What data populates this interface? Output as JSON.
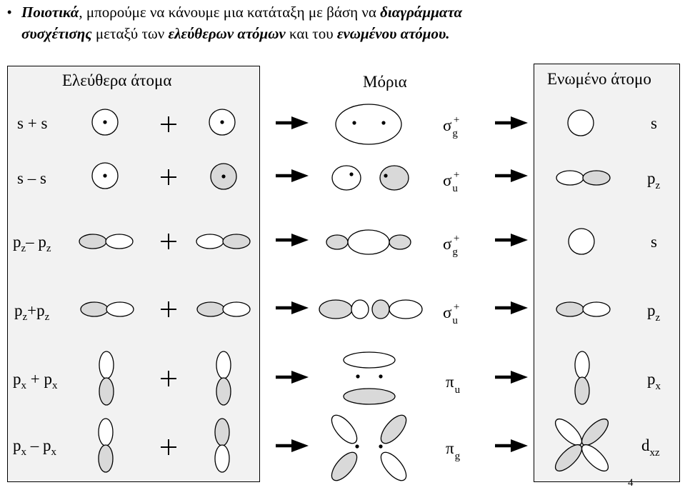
{
  "intro": {
    "bullet": "•",
    "line1": [
      {
        "text": "Ποιοτικά",
        "style": "bi"
      },
      {
        "text": ", μπορούμε να κάνουμε μια κατάταξη με βάση να ",
        "style": ""
      },
      {
        "text": "διαγράμματα",
        "style": "bi"
      }
    ],
    "line2": [
      {
        "text": "συσχέτισης",
        "style": "bi"
      },
      {
        "text": " μεταξύ των ",
        "style": ""
      },
      {
        "text": "ελεύθερων ατόμων",
        "style": "bi"
      },
      {
        "text": " και του ",
        "style": ""
      },
      {
        "text": "ενωμένου ατόμου.",
        "style": "bi"
      }
    ]
  },
  "headers": {
    "free_atoms": "Ελεύθερα άτομα",
    "molecules": "Μόρια",
    "bonded_atom": "Ενωμένο άτομο"
  },
  "plus_sign": "+",
  "rows": [
    {
      "combo": {
        "a": "s",
        "a_sub": "",
        "op": "+",
        "b": "s",
        "b_sub": ""
      },
      "mo": {
        "letter": "σ",
        "sub": "g",
        "sup": "+"
      },
      "result": {
        "main": "s",
        "sub": ""
      }
    },
    {
      "combo": {
        "a": "s",
        "a_sub": "",
        "op": "–",
        "b": "s",
        "b_sub": ""
      },
      "mo": {
        "letter": "σ",
        "sub": "u",
        "sup": "+"
      },
      "result": {
        "main": "p",
        "sub": "z"
      }
    },
    {
      "combo": {
        "a": "p",
        "a_sub": "z",
        "op": "–",
        "b": "p",
        "b_sub": "z"
      },
      "mo": {
        "letter": "σ",
        "sub": "g",
        "sup": "+"
      },
      "result": {
        "main": "s",
        "sub": ""
      }
    },
    {
      "combo": {
        "a": "p",
        "a_sub": "z",
        "op": "+",
        "b": "p",
        "b_sub": "z"
      },
      "mo": {
        "letter": "σ",
        "sub": "u",
        "sup": "+"
      },
      "result": {
        "main": "p",
        "sub": "z"
      }
    },
    {
      "combo": {
        "a": "p",
        "a_sub": "x",
        "op": "+",
        "b": "p",
        "b_sub": "x"
      },
      "mo": {
        "letter": "π",
        "sub": "u",
        "sup": ""
      },
      "result": {
        "main": "p",
        "sub": "x"
      }
    },
    {
      "combo": {
        "a": "p",
        "a_sub": "x",
        "op": "–",
        "b": "p",
        "b_sub": "x"
      },
      "mo": {
        "letter": "π",
        "sub": "g",
        "sup": ""
      },
      "result": {
        "main": "d",
        "sub": "xz"
      }
    }
  ],
  "colors": {
    "shaded_lobe": "#d9d9d9",
    "panel_bg": "#f2f2f2",
    "lobe_stroke": "#000000"
  },
  "page_number": "4"
}
